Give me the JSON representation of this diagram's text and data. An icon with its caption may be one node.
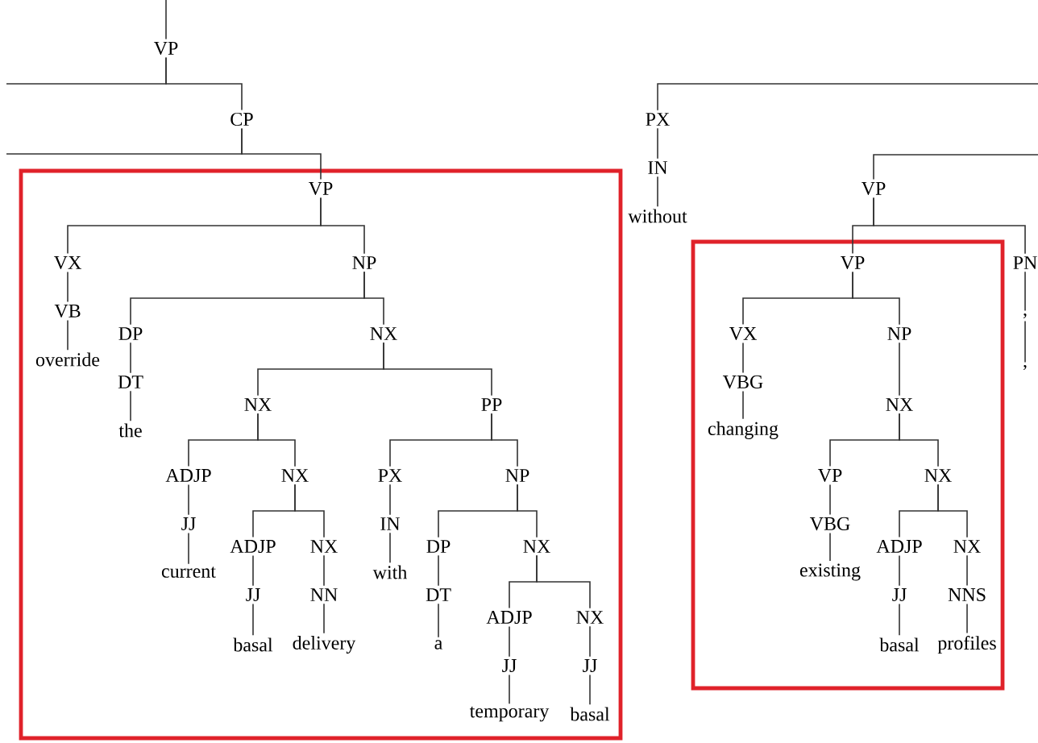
{
  "diagram": {
    "nodes": [
      {
        "text": [
          "VP"
        ]
      },
      {
        "text": [
          "CP"
        ]
      },
      {
        "text": [],
        "shape": "box"
      },
      {
        "text": [
          "VP"
        ],
        "in": 2
      },
      {
        "text": [
          "VX"
        ],
        "in": 2
      },
      {
        "text": [
          "VB"
        ],
        "in": 2
      },
      {
        "text": [
          "override"
        ],
        "in": 2
      },
      {
        "text": [
          "NP"
        ],
        "in": 2
      },
      {
        "text": [
          "DP"
        ],
        "in": 2
      },
      {
        "text": [
          "DT"
        ],
        "in": 2
      },
      {
        "text": [
          "the"
        ],
        "in": 2
      },
      {
        "text": [
          "NX"
        ],
        "in": 2
      },
      {
        "text": [
          "NX"
        ],
        "in": 2
      },
      {
        "text": [
          "ADJP"
        ],
        "in": 2
      },
      {
        "text": [
          "JJ"
        ],
        "in": 2
      },
      {
        "text": [
          "current"
        ],
        "in": 2
      },
      {
        "text": [
          "NX"
        ],
        "in": 2
      },
      {
        "text": [
          "ADJP"
        ],
        "in": 2
      },
      {
        "text": [
          "JJ"
        ],
        "in": 2
      },
      {
        "text": [
          "basal"
        ],
        "in": 2
      },
      {
        "text": [
          "NX"
        ],
        "in": 2
      },
      {
        "text": [
          "NN"
        ],
        "in": 2
      },
      {
        "text": [
          "delivery"
        ],
        "in": 2
      },
      {
        "text": [
          "PP"
        ],
        "in": 2
      },
      {
        "text": [
          "PX"
        ],
        "in": 2
      },
      {
        "text": [
          "IN"
        ],
        "in": 2
      },
      {
        "text": [
          "with"
        ],
        "in": 2
      },
      {
        "text": [
          "NP"
        ],
        "in": 2
      },
      {
        "text": [
          "DP"
        ],
        "in": 2
      },
      {
        "text": [
          "DT"
        ],
        "in": 2
      },
      {
        "text": [
          "a"
        ],
        "in": 2
      },
      {
        "text": [
          "NX"
        ],
        "in": 2
      },
      {
        "text": [
          "ADJP"
        ],
        "in": 2
      },
      {
        "text": [
          "JJ"
        ],
        "in": 2
      },
      {
        "text": [
          "temporary"
        ],
        "in": 2
      },
      {
        "text": [
          "NX"
        ],
        "in": 2
      },
      {
        "text": [
          "JJ"
        ],
        "in": 2
      },
      {
        "text": [
          "basal"
        ],
        "in": 2
      },
      {
        "text": [
          "PX"
        ]
      },
      {
        "text": [
          "IN"
        ]
      },
      {
        "text": [
          "without"
        ]
      },
      {
        "text": [
          "VP"
        ]
      },
      {
        "text": [],
        "shape": "box"
      },
      {
        "text": [
          "VP"
        ],
        "in": 42
      },
      {
        "text": [
          "VX"
        ],
        "in": 42
      },
      {
        "text": [
          "VBG"
        ],
        "in": 42
      },
      {
        "text": [
          "changing"
        ],
        "in": 42
      },
      {
        "text": [
          "NP"
        ],
        "in": 42
      },
      {
        "text": [
          "NX"
        ],
        "in": 42
      },
      {
        "text": [
          "VP"
        ],
        "in": 42
      },
      {
        "text": [
          "VBG"
        ],
        "in": 42
      },
      {
        "text": [
          "existing"
        ],
        "in": 42
      },
      {
        "text": [
          "NX"
        ],
        "in": 42
      },
      {
        "text": [
          "ADJP"
        ],
        "in": 42
      },
      {
        "text": [
          "JJ"
        ],
        "in": 42
      },
      {
        "text": [
          "basal"
        ],
        "in": 42
      },
      {
        "text": [
          "NX"
        ],
        "in": 42
      },
      {
        "text": [
          "NNS"
        ],
        "in": 42
      },
      {
        "text": [
          "profiles"
        ],
        "in": 42
      },
      {
        "text": [
          "PN"
        ]
      },
      {
        "text": [
          ","
        ]
      },
      {
        "text": [
          ","
        ]
      }
    ],
    "edges": [
      {
        "from": null,
        "to": 0,
        "arrow": "none"
      },
      {
        "from": 0,
        "to": null,
        "arrow": "none"
      },
      {
        "from": 0,
        "to": 1,
        "arrow": "none"
      },
      {
        "from": 1,
        "to": null,
        "arrow": "none"
      },
      {
        "from": 1,
        "to": 3,
        "arrow": "none"
      },
      {
        "from": 3,
        "to": 4,
        "arrow": "none"
      },
      {
        "from": 3,
        "to": 7,
        "arrow": "none"
      },
      {
        "from": 4,
        "to": 5,
        "arrow": "none"
      },
      {
        "from": 5,
        "to": 6,
        "arrow": "none"
      },
      {
        "from": 7,
        "to": 8,
        "arrow": "none"
      },
      {
        "from": 7,
        "to": 11,
        "arrow": "none"
      },
      {
        "from": 8,
        "to": 9,
        "arrow": "none"
      },
      {
        "from": 9,
        "to": 10,
        "arrow": "none"
      },
      {
        "from": 11,
        "to": 12,
        "arrow": "none"
      },
      {
        "from": 11,
        "to": 23,
        "arrow": "none"
      },
      {
        "from": 12,
        "to": 13,
        "arrow": "none"
      },
      {
        "from": 12,
        "to": 16,
        "arrow": "none"
      },
      {
        "from": 13,
        "to": 14,
        "arrow": "none"
      },
      {
        "from": 14,
        "to": 15,
        "arrow": "none"
      },
      {
        "from": 16,
        "to": 17,
        "arrow": "none"
      },
      {
        "from": 16,
        "to": 20,
        "arrow": "none"
      },
      {
        "from": 17,
        "to": 18,
        "arrow": "none"
      },
      {
        "from": 18,
        "to": 19,
        "arrow": "none"
      },
      {
        "from": 20,
        "to": 21,
        "arrow": "none"
      },
      {
        "from": 21,
        "to": 22,
        "arrow": "none"
      },
      {
        "from": 23,
        "to": 24,
        "arrow": "none"
      },
      {
        "from": 23,
        "to": 27,
        "arrow": "none"
      },
      {
        "from": 24,
        "to": 25,
        "arrow": "none"
      },
      {
        "from": 25,
        "to": 26,
        "arrow": "none"
      },
      {
        "from": 27,
        "to": 28,
        "arrow": "none"
      },
      {
        "from": 27,
        "to": 31,
        "arrow": "none"
      },
      {
        "from": 28,
        "to": 29,
        "arrow": "none"
      },
      {
        "from": 29,
        "to": 30,
        "arrow": "none"
      },
      {
        "from": 31,
        "to": 32,
        "arrow": "none"
      },
      {
        "from": 31,
        "to": 35,
        "arrow": "none"
      },
      {
        "from": 32,
        "to": 33,
        "arrow": "none"
      },
      {
        "from": 33,
        "to": 34,
        "arrow": "none"
      },
      {
        "from": 35,
        "to": 36,
        "arrow": "none"
      },
      {
        "from": 36,
        "to": 37,
        "arrow": "none"
      },
      {
        "from": null,
        "to": 38,
        "arrow": "none"
      },
      {
        "from": 38,
        "to": 39,
        "arrow": "none"
      },
      {
        "from": 39,
        "to": 40,
        "arrow": "none"
      },
      {
        "from": null,
        "to": 41,
        "arrow": "none"
      },
      {
        "from": 41,
        "to": 43,
        "arrow": "none"
      },
      {
        "from": 41,
        "to": 59,
        "arrow": "none"
      },
      {
        "from": 43,
        "to": 44,
        "arrow": "none"
      },
      {
        "from": 43,
        "to": 47,
        "arrow": "none"
      },
      {
        "from": 44,
        "to": 45,
        "arrow": "none"
      },
      {
        "from": 45,
        "to": 46,
        "arrow": "none"
      },
      {
        "from": 47,
        "to": 48,
        "arrow": "none"
      },
      {
        "from": 48,
        "to": 49,
        "arrow": "none"
      },
      {
        "from": 48,
        "to": 52,
        "arrow": "none"
      },
      {
        "from": 49,
        "to": 50,
        "arrow": "none"
      },
      {
        "from": 50,
        "to": 51,
        "arrow": "none"
      },
      {
        "from": 52,
        "to": 53,
        "arrow": "none"
      },
      {
        "from": 52,
        "to": 56,
        "arrow": "none"
      },
      {
        "from": 53,
        "to": 54,
        "arrow": "none"
      },
      {
        "from": 54,
        "to": 55,
        "arrow": "none"
      },
      {
        "from": 56,
        "to": 57,
        "arrow": "none"
      },
      {
        "from": 57,
        "to": 58,
        "arrow": "none"
      },
      {
        "from": 59,
        "to": 60,
        "arrow": "none"
      },
      {
        "from": 60,
        "to": 61,
        "arrow": "none"
      }
    ]
  }
}
